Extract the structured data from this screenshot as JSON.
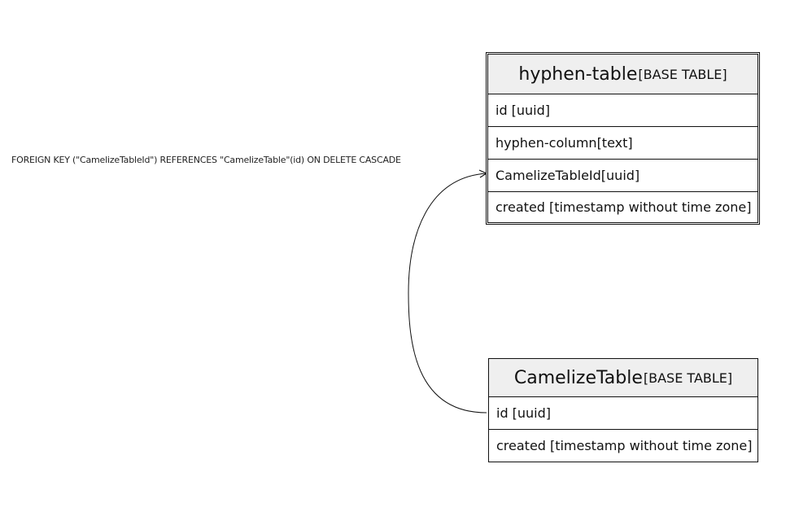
{
  "relations": [
    {
      "label": "FOREIGN KEY (\"CamelizeTableId\") REFERENCES \"CamelizeTable\"(id) ON DELETE CASCADE"
    }
  ],
  "tables": {
    "hyphen_table": {
      "name": "hyphen-table",
      "type": "[BASE TABLE]",
      "columns": [
        {
          "name": "id",
          "type": "[uuid]"
        },
        {
          "name": "hyphen-column",
          "type": "[text]"
        },
        {
          "name": "CamelizeTableId",
          "type": "[uuid]"
        },
        {
          "name": "created",
          "type": "[timestamp without time zone]"
        }
      ]
    },
    "camelize_table": {
      "name": "CamelizeTable",
      "type": "[BASE TABLE]",
      "columns": [
        {
          "name": "id",
          "type": "[uuid]"
        },
        {
          "name": "created",
          "type": "[timestamp without time zone]"
        }
      ]
    }
  },
  "colors": {
    "header_bg": "#efefef",
    "border": "#111111",
    "background": "#ffffff"
  }
}
